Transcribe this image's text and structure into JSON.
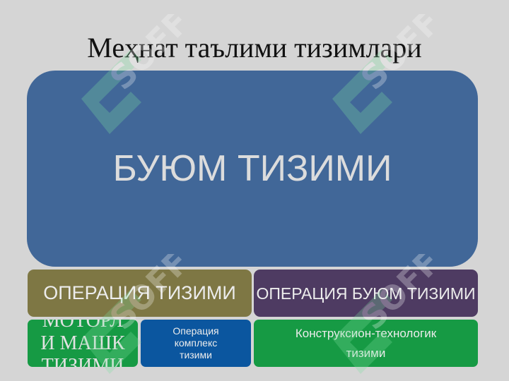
{
  "slide": {
    "title": "Меҳнат таълими  тизимлари",
    "main_box": "БУЮМ ТИЗИМИ",
    "operation_system": "ОПЕРАЦИЯ ТИЗИМИ",
    "operation_item_system": "ОПЕРАЦИЯ БУЮМ ТИЗИМИ",
    "motor_machine_system": "МОТОРЛ\nИ МАШК\nТИЗИМИ",
    "operation_complex_system": "Операция\nкомплекс\nтизими",
    "construction_tech_system": "Конструксион-технологик\nтизими"
  },
  "watermark": {
    "text": "SOFF",
    "color": "#7fe0a0"
  }
}
